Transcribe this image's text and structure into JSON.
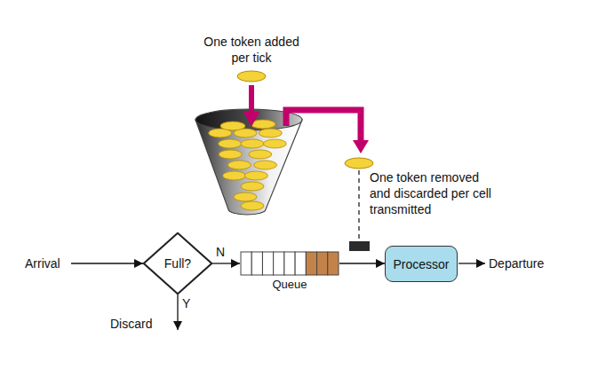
{
  "diagram": {
    "nodes": [
      {
        "text": [
          "Full?"
        ]
      },
      {
        "text": [
          "Queue"
        ]
      },
      {
        "text": [
          "Processor"
        ]
      }
    ],
    "edges": [
      {
        "from": 0,
        "to": 1,
        "arrow": "to",
        "label": "N"
      },
      {
        "from": 1,
        "to": 2,
        "arrow": "to"
      }
    ],
    "labels": [
      "One token added per tick",
      "One token removed and discarded per cell transmitted",
      "Arrival",
      "Y",
      "Discard",
      "Departure"
    ]
  }
}
